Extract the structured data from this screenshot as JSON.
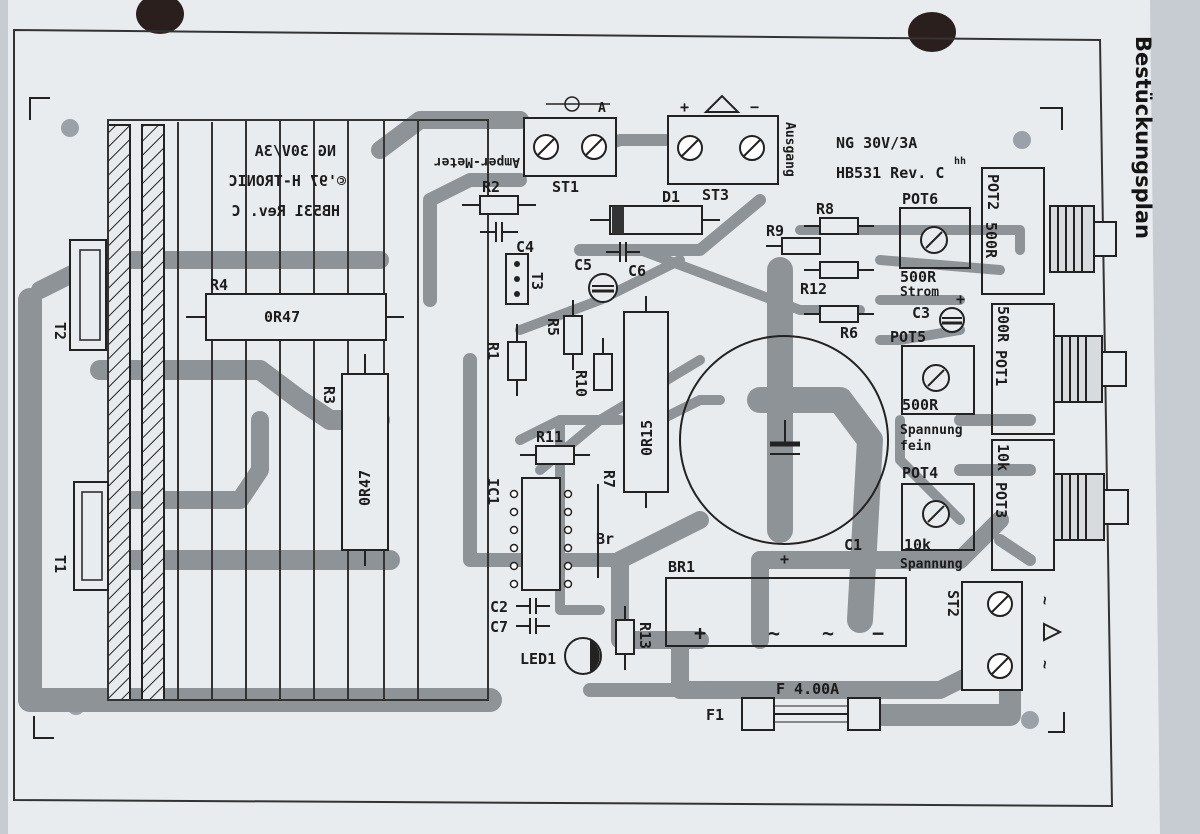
{
  "page": {
    "side_title": "Bestückungsplan"
  },
  "board": {
    "name": "NG 30V/3A",
    "revision": "HB531 Rev. C",
    "revision_note": "hh",
    "mirrored_lines": [
      "NG 30V/3A",
      "©'97 H-TRONIC",
      "HB531 Rev. C"
    ]
  },
  "terminals": {
    "st1": {
      "ref": "ST1",
      "caption": "Amper-Meter",
      "symbol": "A"
    },
    "st3": {
      "ref": "ST3",
      "caption": "Ausgang",
      "plus": "+",
      "minus": "−"
    },
    "st2": {
      "ref": "ST2",
      "tilde1": "~",
      "tilde2": "~"
    }
  },
  "components": {
    "r2": "R2",
    "c4": "C4",
    "t3": "T3",
    "r1": "R1",
    "r5": "R5",
    "r10": "R10",
    "c5": "C5",
    "c6": "C6",
    "d1": "D1",
    "r4": {
      "ref": "R4",
      "value": "0R47"
    },
    "r3": {
      "ref": "R3",
      "value": "0R47"
    },
    "r15": {
      "value": "0R15"
    },
    "r11": "R11",
    "r7": "R7",
    "ic1": "IC1",
    "br": "Br",
    "c2": "C2",
    "c7": "C7",
    "led1": "LED1",
    "r13": "R13",
    "r8": "R8",
    "r9": "R9",
    "r12": "R12",
    "r6": "R6",
    "c1": "C1",
    "c1_plus": "+",
    "c3": "C3",
    "c3_plus": "+",
    "t1": "T1",
    "t2": "T2",
    "br1": {
      "ref": "BR1",
      "plus": "+",
      "ac1": "~",
      "ac2": "~",
      "minus": "−"
    },
    "f1": {
      "ref": "F1",
      "value": "F 4.00A"
    }
  },
  "pots": {
    "pot6": {
      "ref": "POT6",
      "value": "500R",
      "label": "Strom"
    },
    "pot5": {
      "ref": "POT5",
      "value": "500R",
      "label": "Spannung",
      "label2": "fein"
    },
    "pot4": {
      "ref": "POT4",
      "value": "10k",
      "label": "Spannung"
    },
    "pot2": {
      "ref": "POT2",
      "value": "500R"
    },
    "pot1": {
      "ref": "POT1",
      "value": "500R"
    },
    "pot3": {
      "ref": "POT3",
      "value": "10k"
    }
  }
}
